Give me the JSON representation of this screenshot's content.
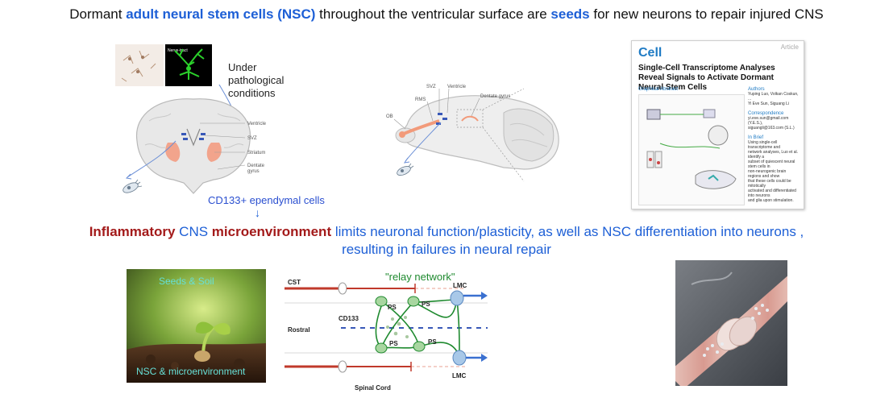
{
  "headline": {
    "part1": "Dormant ",
    "part2": "adult neural stem cells (NSC)",
    "part3": " throughout the ventricular surface are ",
    "part4": "seeds",
    "part5": " for new neurons to repair injured CNS"
  },
  "brain_panel": {
    "inset_label": "Nerve-tract",
    "pathology_line1": "Under",
    "pathology_line2": "pathological",
    "pathology_line3": "conditions",
    "labels": [
      "Ventricle",
      "SVZ",
      "Striatum",
      "Dentate",
      "gyrus"
    ],
    "cell_label": "CD133+ ependymal cells",
    "arrow": "↓"
  },
  "sagittal_panel": {
    "labels": [
      "SVZ",
      "Ventricle",
      "Dentate gyrus",
      "RMS",
      "OB"
    ]
  },
  "paper": {
    "tag": "Article",
    "journal": "Cell",
    "title": "Single-Cell Transcriptome Analyses Reveal Signals to Activate Dormant Neural Stem Cells",
    "graphical_abstract": "Graphical Abstract",
    "authors_head": "Authors",
    "authors": [
      "Yuping Luo, Volkan Coskun, ...",
      "Yi Eve Sun, Siguang Li"
    ],
    "correspondence_head": "Correspondence",
    "correspondence": [
      "yi.eve.sun@gmail.com (Y.E.S.),",
      "siguangli@163.com (S.L.)"
    ],
    "brief_head": "In Brief",
    "brief": [
      "Using single-cell transcriptome and",
      "network analyses, Luo et al. identify a",
      "subset of quiescent neural stem cells in",
      "non-neurogenic brain regions and show",
      "that these cells could be mitotically",
      "activated and differentiated into neurons",
      "and glia upon stimulation."
    ]
  },
  "midline": {
    "w1": "Inflammatory",
    "w2": " CNS ",
    "w3": "microenvironment",
    "w4": " limits neuronal function/plasticity, as well as NSC differentiation into neurons ,",
    "line2": "resulting in failures in neural repair"
  },
  "seed_photo": {
    "top_text": "Seeds & Soil",
    "bottom_text": "NSC & microenvironment"
  },
  "relay_panel": {
    "title": "\"relay network\"",
    "cst": "CST",
    "cd133": "CD133",
    "rostral": "Rostral",
    "ps": "PS",
    "lmc": "LMC",
    "spinal": "Spinal Cord"
  },
  "colors": {
    "blue": "#1d5fd6",
    "red": "#a31a1a",
    "green": "#1f8a2f",
    "relay_red": "#c0392b"
  }
}
